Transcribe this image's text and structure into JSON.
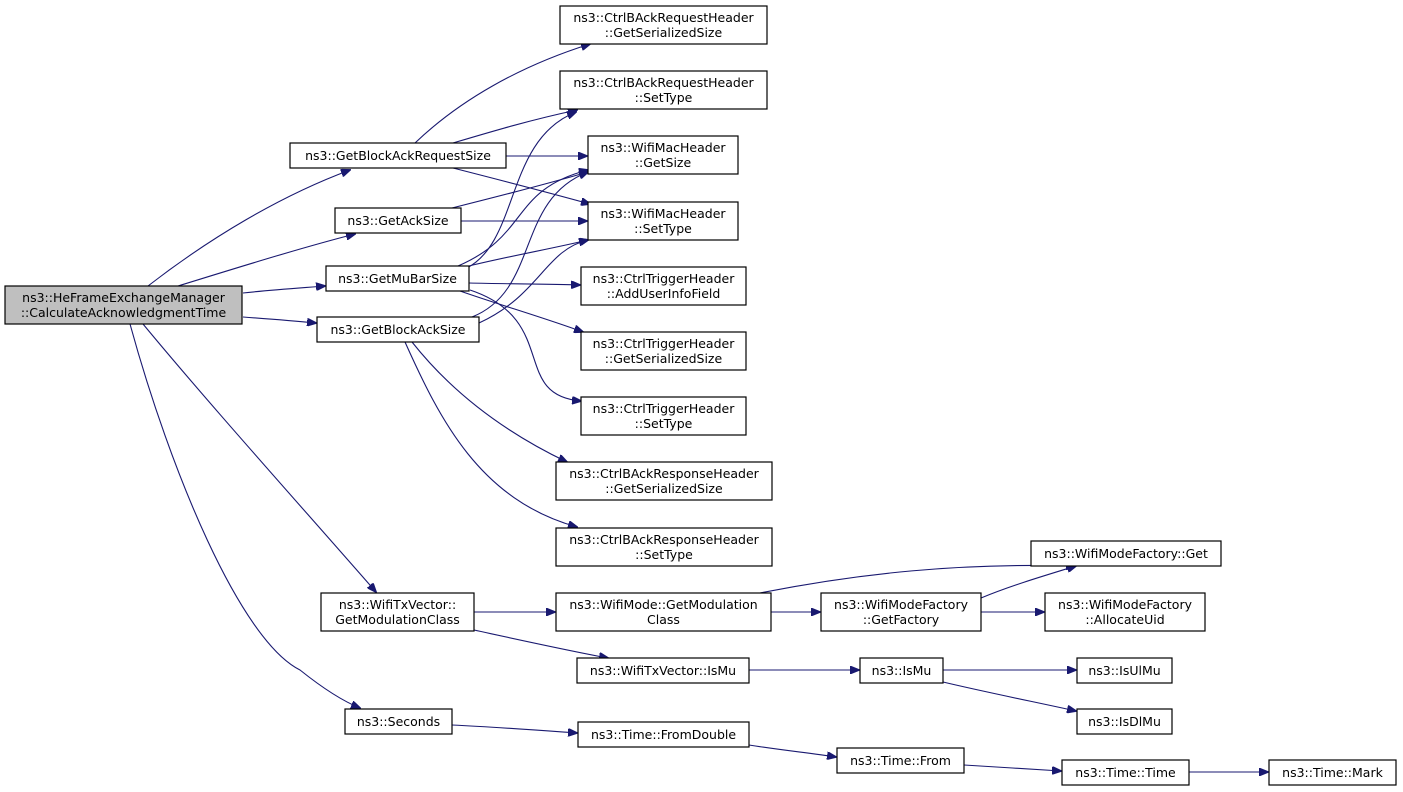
{
  "colors": {
    "edge": "#191970",
    "node_fill": "#ffffff",
    "root_fill": "#bfbfbf",
    "border": "#000000"
  },
  "nodes": [
    {
      "id": "root",
      "lines": [
        "ns3::HeFrameExchangeManager",
        "::CalculateAcknowledgmentTime"
      ],
      "highlight": true
    },
    {
      "id": "getBlockAckRequestSize",
      "lines": [
        "ns3::GetBlockAckRequestSize"
      ]
    },
    {
      "id": "getAckSize",
      "lines": [
        "ns3::GetAckSize"
      ]
    },
    {
      "id": "getMuBarSize",
      "lines": [
        "ns3::GetMuBarSize"
      ]
    },
    {
      "id": "getBlockAckSize",
      "lines": [
        "ns3::GetBlockAckSize"
      ]
    },
    {
      "id": "barGetSerializedSize",
      "lines": [
        "ns3::CtrlBAckRequestHeader",
        "::GetSerializedSize"
      ]
    },
    {
      "id": "barSetType",
      "lines": [
        "ns3::CtrlBAckRequestHeader",
        "::SetType"
      ]
    },
    {
      "id": "macGetSize",
      "lines": [
        "ns3::WifiMacHeader",
        "::GetSize"
      ]
    },
    {
      "id": "macSetType",
      "lines": [
        "ns3::WifiMacHeader",
        "::SetType"
      ]
    },
    {
      "id": "trigAddUserInfo",
      "lines": [
        "ns3::CtrlTriggerHeader",
        "::AddUserInfoField"
      ]
    },
    {
      "id": "trigGetSerializedSize",
      "lines": [
        "ns3::CtrlTriggerHeader",
        "::GetSerializedSize"
      ]
    },
    {
      "id": "trigSetType",
      "lines": [
        "ns3::CtrlTriggerHeader",
        "::SetType"
      ]
    },
    {
      "id": "baGetSerializedSize",
      "lines": [
        "ns3::CtrlBAckResponseHeader",
        "::GetSerializedSize"
      ]
    },
    {
      "id": "baSetType",
      "lines": [
        "ns3::CtrlBAckResponseHeader",
        "::SetType"
      ]
    },
    {
      "id": "txGetModClass",
      "lines": [
        "ns3::WifiTxVector::",
        "GetModulationClass"
      ]
    },
    {
      "id": "modeGetModClass",
      "lines": [
        "ns3::WifiMode::GetModulation",
        "Class"
      ]
    },
    {
      "id": "factoryGetFactory",
      "lines": [
        "ns3::WifiModeFactory",
        "::GetFactory"
      ]
    },
    {
      "id": "factoryGet",
      "lines": [
        "ns3::WifiModeFactory::Get"
      ]
    },
    {
      "id": "factoryAllocateUid",
      "lines": [
        "ns3::WifiModeFactory",
        "::AllocateUid"
      ]
    },
    {
      "id": "txIsMu",
      "lines": [
        "ns3::WifiTxVector::IsMu"
      ]
    },
    {
      "id": "isMu",
      "lines": [
        "ns3::IsMu"
      ]
    },
    {
      "id": "isUlMu",
      "lines": [
        "ns3::IsUlMu"
      ]
    },
    {
      "id": "isDlMu",
      "lines": [
        "ns3::IsDlMu"
      ]
    },
    {
      "id": "seconds",
      "lines": [
        "ns3::Seconds"
      ]
    },
    {
      "id": "timeFromDouble",
      "lines": [
        "ns3::Time::FromDouble"
      ]
    },
    {
      "id": "timeFrom",
      "lines": [
        "ns3::Time::From"
      ]
    },
    {
      "id": "timeTime",
      "lines": [
        "ns3::Time::Time"
      ]
    },
    {
      "id": "timeMark",
      "lines": [
        "ns3::Time::Mark"
      ]
    }
  ],
  "edges": [
    {
      "from": "root",
      "to": "getBlockAckRequestSize"
    },
    {
      "from": "root",
      "to": "getAckSize"
    },
    {
      "from": "root",
      "to": "getMuBarSize"
    },
    {
      "from": "root",
      "to": "getBlockAckSize"
    },
    {
      "from": "root",
      "to": "txGetModClass"
    },
    {
      "from": "root",
      "to": "seconds"
    },
    {
      "from": "getBlockAckRequestSize",
      "to": "barGetSerializedSize"
    },
    {
      "from": "getBlockAckRequestSize",
      "to": "barSetType"
    },
    {
      "from": "getBlockAckRequestSize",
      "to": "macGetSize"
    },
    {
      "from": "getBlockAckRequestSize",
      "to": "macSetType"
    },
    {
      "from": "getAckSize",
      "to": "macGetSize"
    },
    {
      "from": "getAckSize",
      "to": "macSetType"
    },
    {
      "from": "getMuBarSize",
      "to": "barSetType"
    },
    {
      "from": "getMuBarSize",
      "to": "macGetSize"
    },
    {
      "from": "getMuBarSize",
      "to": "macSetType"
    },
    {
      "from": "getMuBarSize",
      "to": "trigAddUserInfo"
    },
    {
      "from": "getMuBarSize",
      "to": "trigGetSerializedSize"
    },
    {
      "from": "getMuBarSize",
      "to": "trigSetType"
    },
    {
      "from": "getBlockAckSize",
      "to": "macGetSize"
    },
    {
      "from": "getBlockAckSize",
      "to": "macSetType"
    },
    {
      "from": "getBlockAckSize",
      "to": "baGetSerializedSize"
    },
    {
      "from": "getBlockAckSize",
      "to": "baSetType"
    },
    {
      "from": "txGetModClass",
      "to": "modeGetModClass"
    },
    {
      "from": "txGetModClass",
      "to": "txIsMu"
    },
    {
      "from": "modeGetModClass",
      "to": "factoryGet"
    },
    {
      "from": "modeGetModClass",
      "to": "factoryGetFactory"
    },
    {
      "from": "factoryGetFactory",
      "to": "factoryGet"
    },
    {
      "from": "factoryGetFactory",
      "to": "factoryAllocateUid"
    },
    {
      "from": "txIsMu",
      "to": "isMu"
    },
    {
      "from": "isMu",
      "to": "isUlMu"
    },
    {
      "from": "isMu",
      "to": "isDlMu"
    },
    {
      "from": "seconds",
      "to": "timeFromDouble"
    },
    {
      "from": "timeFromDouble",
      "to": "timeFrom"
    },
    {
      "from": "timeFrom",
      "to": "timeTime"
    },
    {
      "from": "timeTime",
      "to": "timeMark"
    }
  ]
}
